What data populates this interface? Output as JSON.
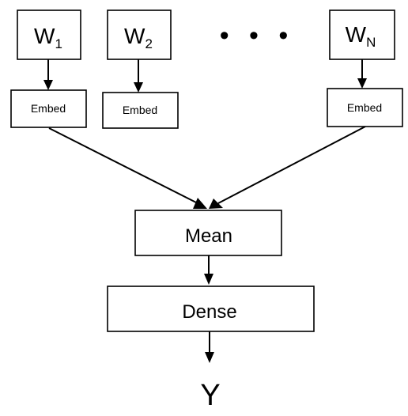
{
  "diagram": {
    "inputs": [
      {
        "base": "W",
        "sub": "1"
      },
      {
        "base": "W",
        "sub": "2"
      },
      {
        "base": "W",
        "sub": "N"
      }
    ],
    "ellipsis": "• • •",
    "embed_label": "Embed",
    "mean_label": "Mean",
    "dense_label": "Dense",
    "output_label": "Y",
    "colors": {
      "stroke": "#000000",
      "fill": "#ffffff"
    }
  }
}
